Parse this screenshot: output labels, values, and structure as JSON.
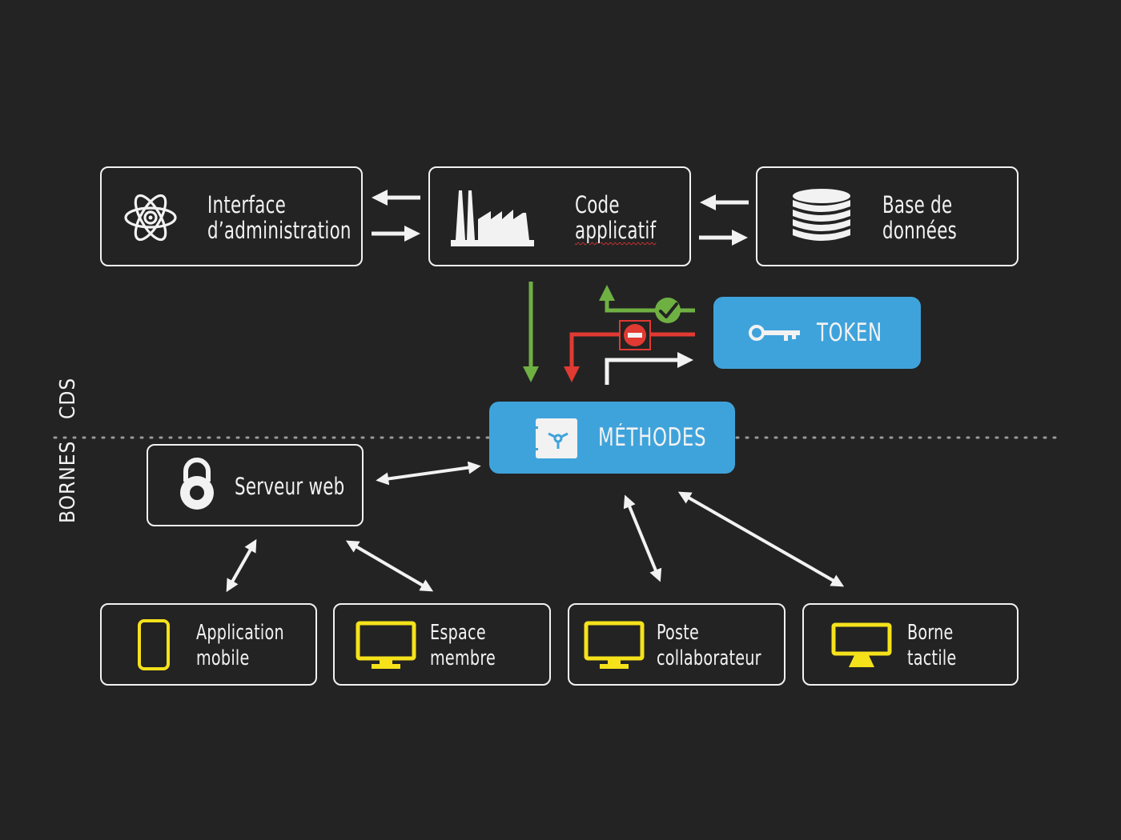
{
  "zones": {
    "upper": "CDS",
    "lower": "BORNES"
  },
  "top_row": {
    "admin": {
      "line1": "Interface",
      "line2": "d’administration",
      "icon": "atom-icon"
    },
    "code": {
      "line1": "Code",
      "line2": "applicatif",
      "icon": "factory-icon"
    },
    "database": {
      "line1": "Base de",
      "line2": "données",
      "icon": "database-icon"
    }
  },
  "token": {
    "label": "TOKEN",
    "icon": "key-icon"
  },
  "methods": {
    "label": "MÉTHODES",
    "icon": "safe-icon"
  },
  "web_server": {
    "label": "Serveur web",
    "icon": "padlock-icon"
  },
  "clients": [
    {
      "line1": "Application",
      "line2": "mobile",
      "icon": "smartphone-icon"
    },
    {
      "line1": "Espace",
      "line2": "membre",
      "icon": "monitor-icon"
    },
    {
      "line1": "Poste",
      "line2": "collaborateur",
      "icon": "monitor-icon"
    },
    {
      "line1": "Borne",
      "line2": "tactile",
      "icon": "kiosk-icon"
    }
  ],
  "colors": {
    "background": "#232323",
    "box_border": "#f2f2f2",
    "accent_blue": "#3fa3db",
    "allowed_green": "#6fb043",
    "denied_red": "#e03a33",
    "device_yellow": "#f5e21b"
  }
}
